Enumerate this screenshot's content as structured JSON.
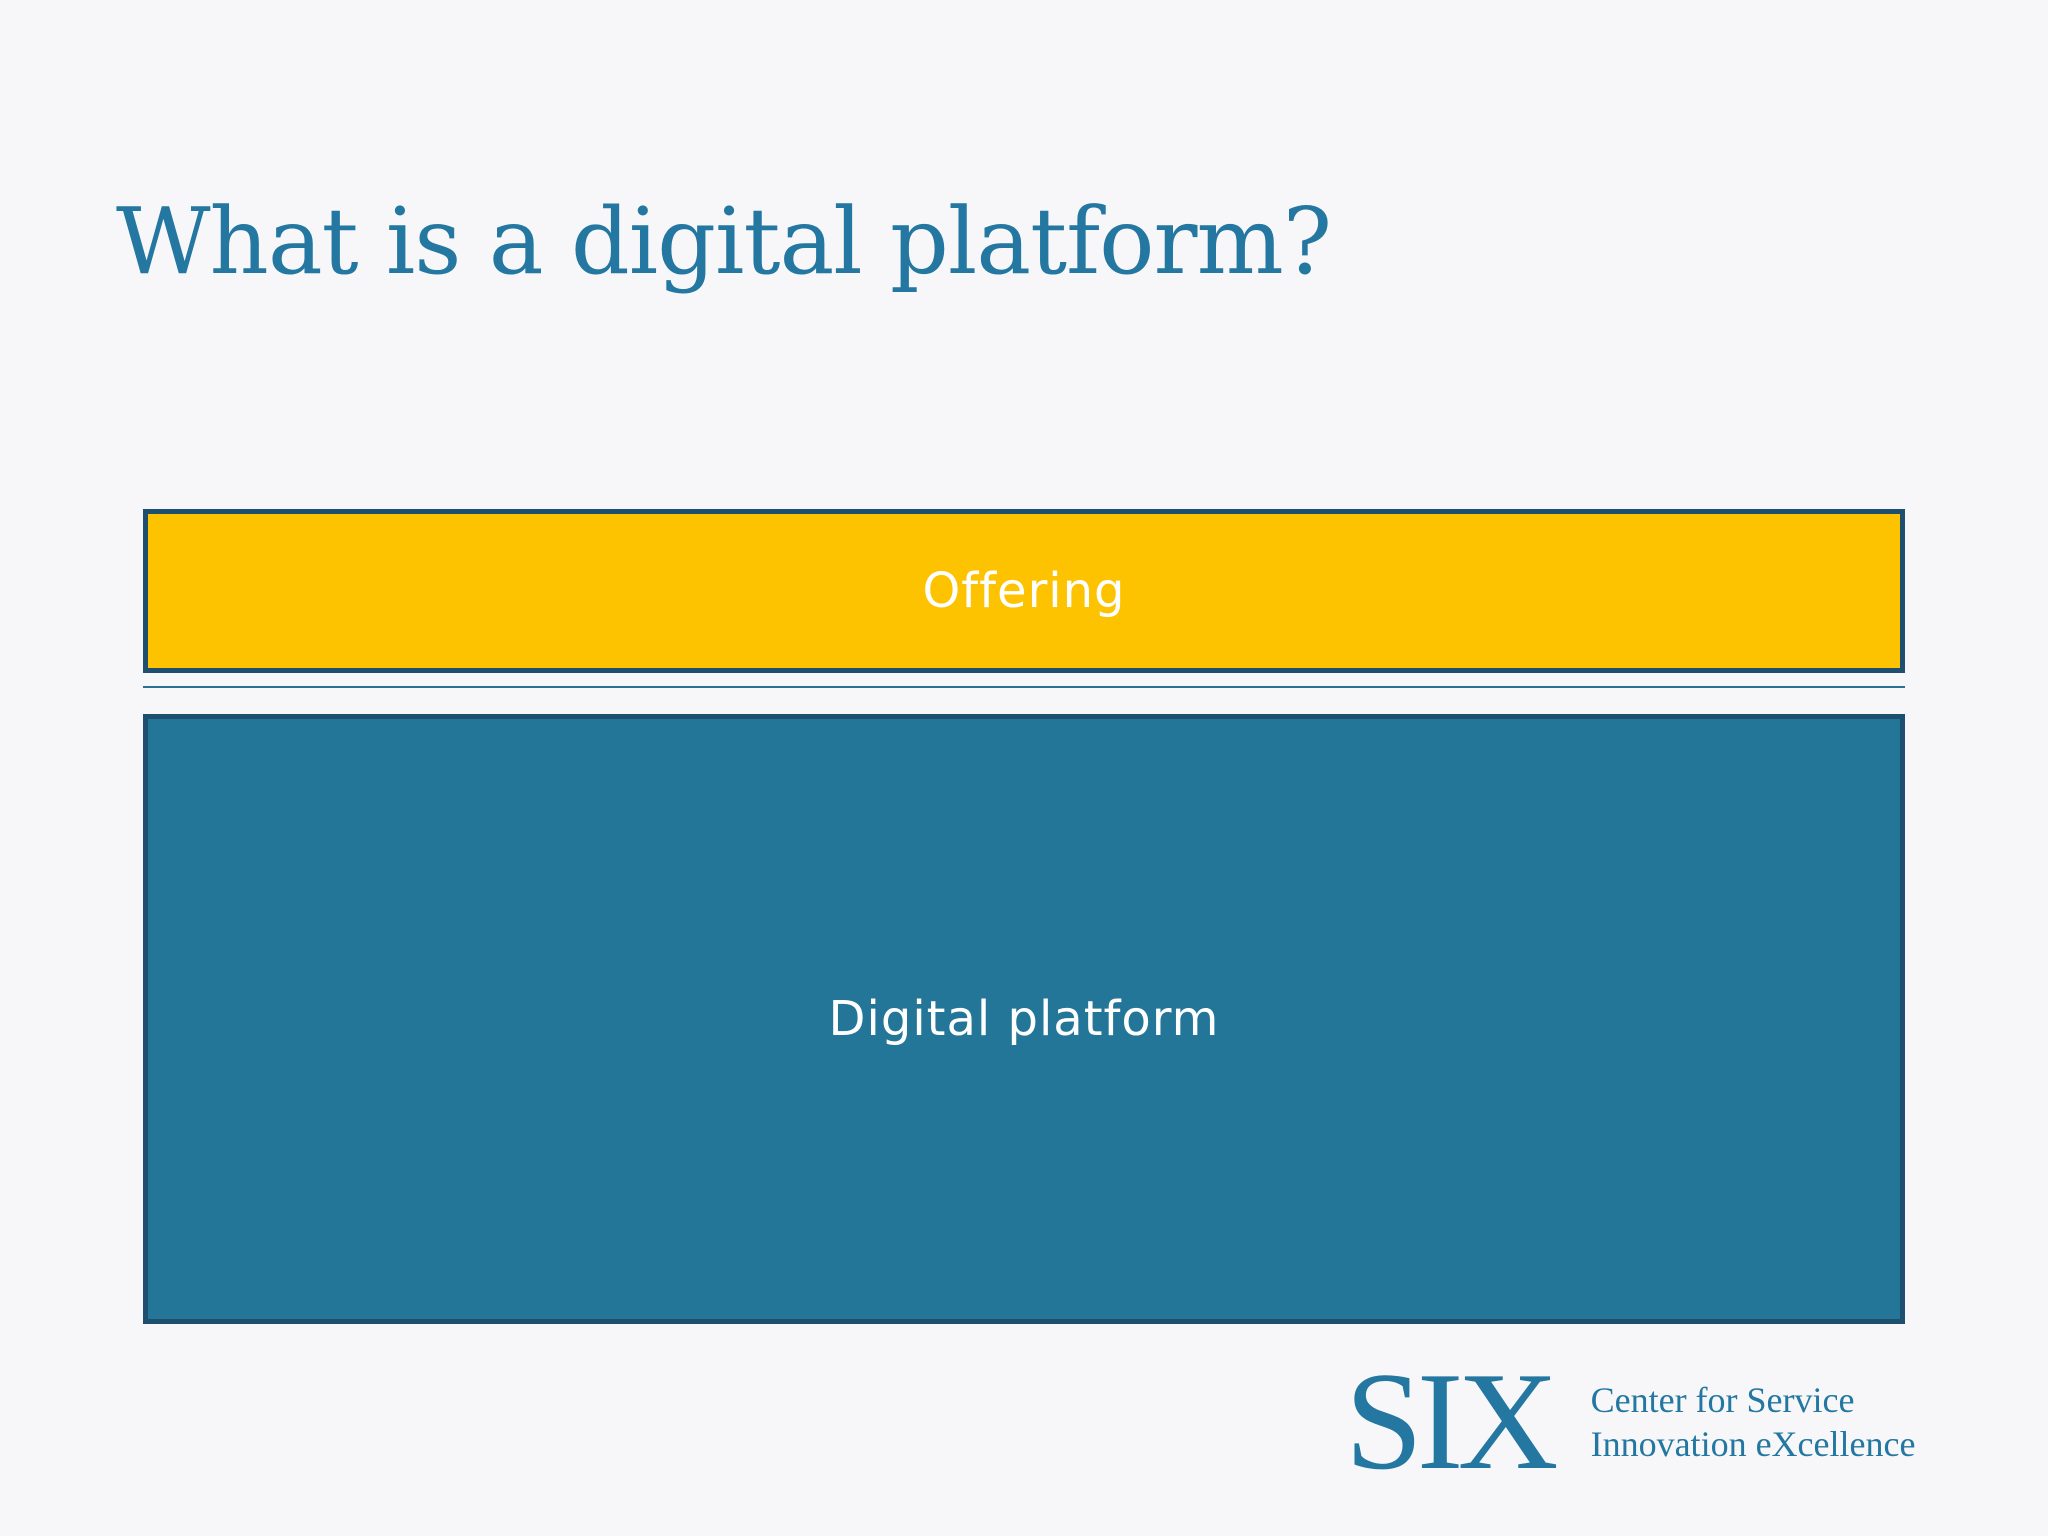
{
  "slide": {
    "title": "What is a digital platform?"
  },
  "diagram": {
    "top_box": {
      "label": "Offering",
      "color": "#fdc300"
    },
    "bottom_box": {
      "label": "Digital platform",
      "color": "#247699"
    },
    "border_color": "#1e4f6e"
  },
  "logo": {
    "mark": "SIX",
    "line1": "Center for Service",
    "line2": "Innovation eXcellence",
    "color": "#2377a0"
  }
}
